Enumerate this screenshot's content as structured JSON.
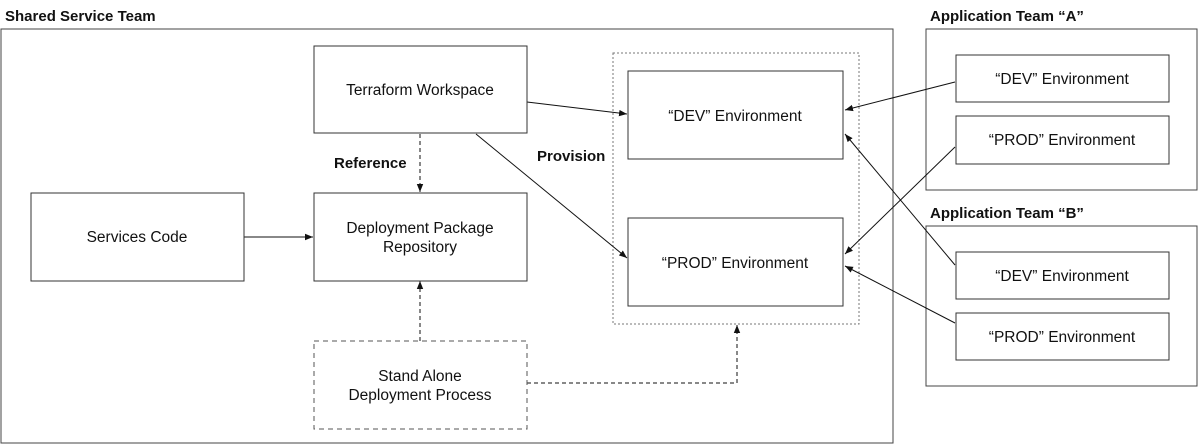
{
  "groups": {
    "shared_service_team": {
      "title": "Shared Service Team"
    },
    "application_team_a": {
      "title": "Application Team “A”"
    },
    "application_team_b": {
      "title": "Application Team “B”"
    }
  },
  "nodes": {
    "terraform_workspace": {
      "lines": [
        "Terraform Workspace"
      ]
    },
    "services_code": {
      "lines": [
        "Services Code"
      ]
    },
    "deployment_package_repository": {
      "lines": [
        "Deployment Package",
        "Repository"
      ]
    },
    "stand_alone_deployment_process": {
      "lines": [
        "Stand Alone",
        "Deployment Process"
      ]
    },
    "dev_environment": {
      "lines": [
        "“DEV” Environment"
      ]
    },
    "prod_environment": {
      "lines": [
        "“PROD” Environment"
      ]
    },
    "team_a_dev": {
      "lines": [
        "“DEV” Environment"
      ]
    },
    "team_a_prod": {
      "lines": [
        "“PROD” Environment"
      ]
    },
    "team_b_dev": {
      "lines": [
        "“DEV” Environment"
      ]
    },
    "team_b_prod": {
      "lines": [
        "“PROD” Environment"
      ]
    }
  },
  "edge_labels": {
    "reference": "Reference",
    "provision": "Provision"
  },
  "edges": [
    {
      "from": "services_code",
      "to": "deployment_package_repository",
      "style": "solid"
    },
    {
      "from": "terraform_workspace",
      "to": "deployment_package_repository",
      "style": "dashed",
      "label": "reference"
    },
    {
      "from": "terraform_workspace",
      "to": "dev_environment",
      "style": "solid"
    },
    {
      "from": "terraform_workspace",
      "to": "prod_environment",
      "style": "solid",
      "label": "provision"
    },
    {
      "from": "stand_alone_deployment_process",
      "to": "deployment_package_repository",
      "style": "dashed"
    },
    {
      "from": "stand_alone_deployment_process",
      "to": "environments_group",
      "style": "dashed"
    },
    {
      "from": "team_a_dev",
      "to": "dev_environment",
      "style": "solid"
    },
    {
      "from": "team_a_prod",
      "to": "prod_environment",
      "style": "solid"
    },
    {
      "from": "team_b_dev",
      "to": "dev_environment",
      "style": "solid"
    },
    {
      "from": "team_b_prod",
      "to": "prod_environment",
      "style": "solid"
    }
  ]
}
